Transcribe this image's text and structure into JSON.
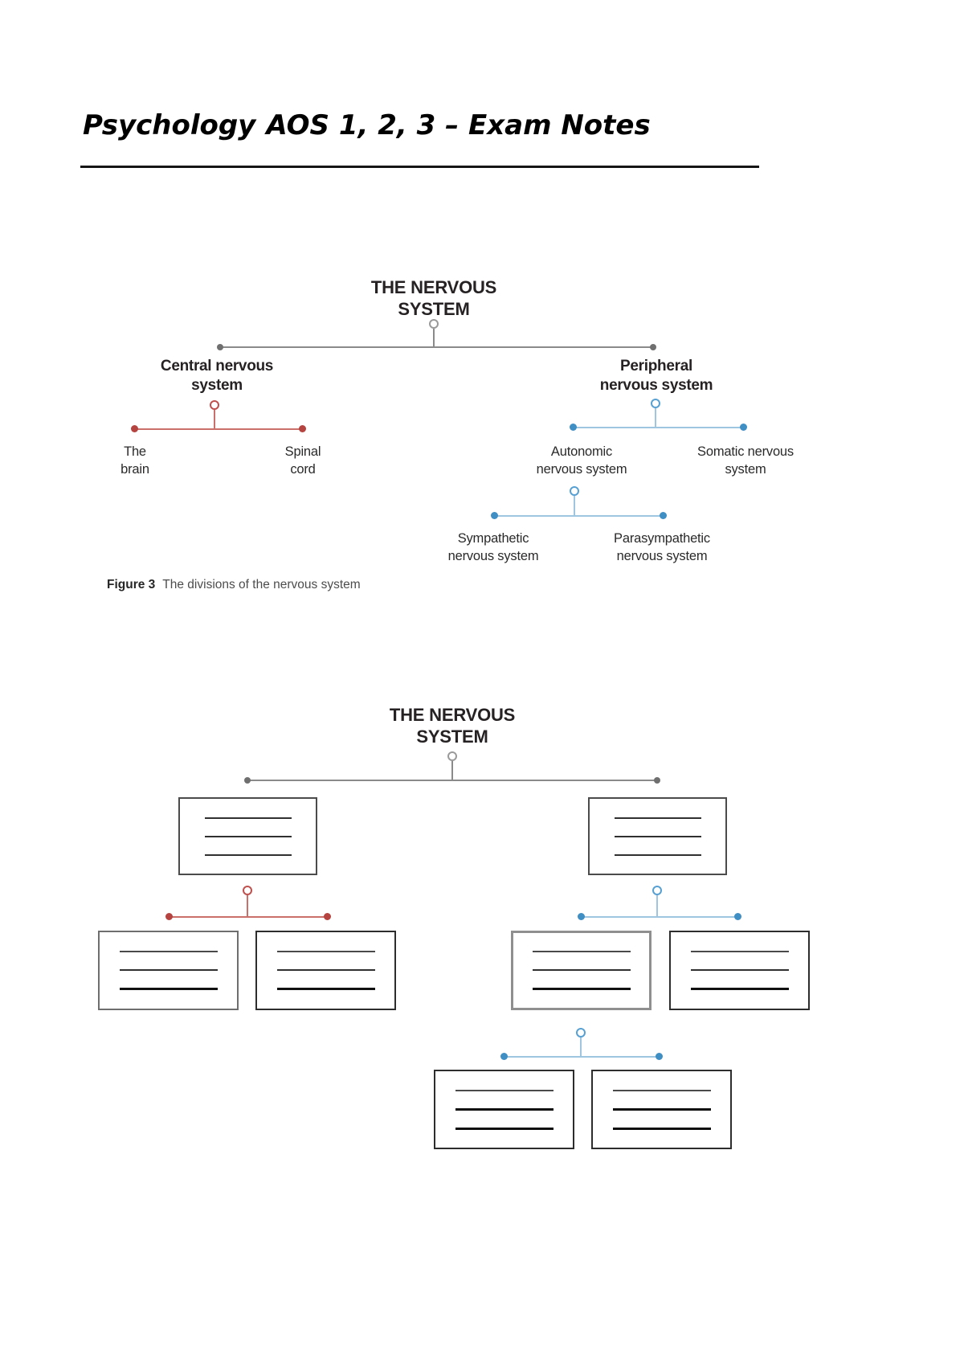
{
  "page_title": {
    "emphasis": "Psychology",
    "rest": "AOS 1, 2, 3 – Exam Notes"
  },
  "figure_diagram": {
    "root_label": "THE NERVOUS\nSYSTEM",
    "branches": {
      "central": {
        "label": "Central nervous\nsystem",
        "children": [
          "The\nbrain",
          "Spinal\ncord"
        ]
      },
      "peripheral": {
        "label": "Peripheral\nnervous system",
        "children": [
          "Autonomic\nnervous system",
          "Somatic nervous\nsystem"
        ]
      },
      "autonomic": {
        "children": [
          "Sympathetic\nnervous system",
          "Parasympathetic\nnervous system"
        ]
      }
    },
    "caption": {
      "label": "Figure 3",
      "text": "The divisions of the nervous system"
    }
  },
  "practice_diagram": {
    "root_label": "THE NERVOUS\nSYSTEM"
  },
  "colors": {
    "gray-line": "#8a8a8a",
    "gray-dot": "#6f6f6f",
    "gray-ring": "#9a9a9a",
    "red-line": "#cb6f6b",
    "red-dot": "#b5433f",
    "red-ring": "#c0504d",
    "blue-line": "#9ec6e0",
    "blue-dot": "#3f8ec4",
    "blue-ring": "#56a0d3"
  }
}
